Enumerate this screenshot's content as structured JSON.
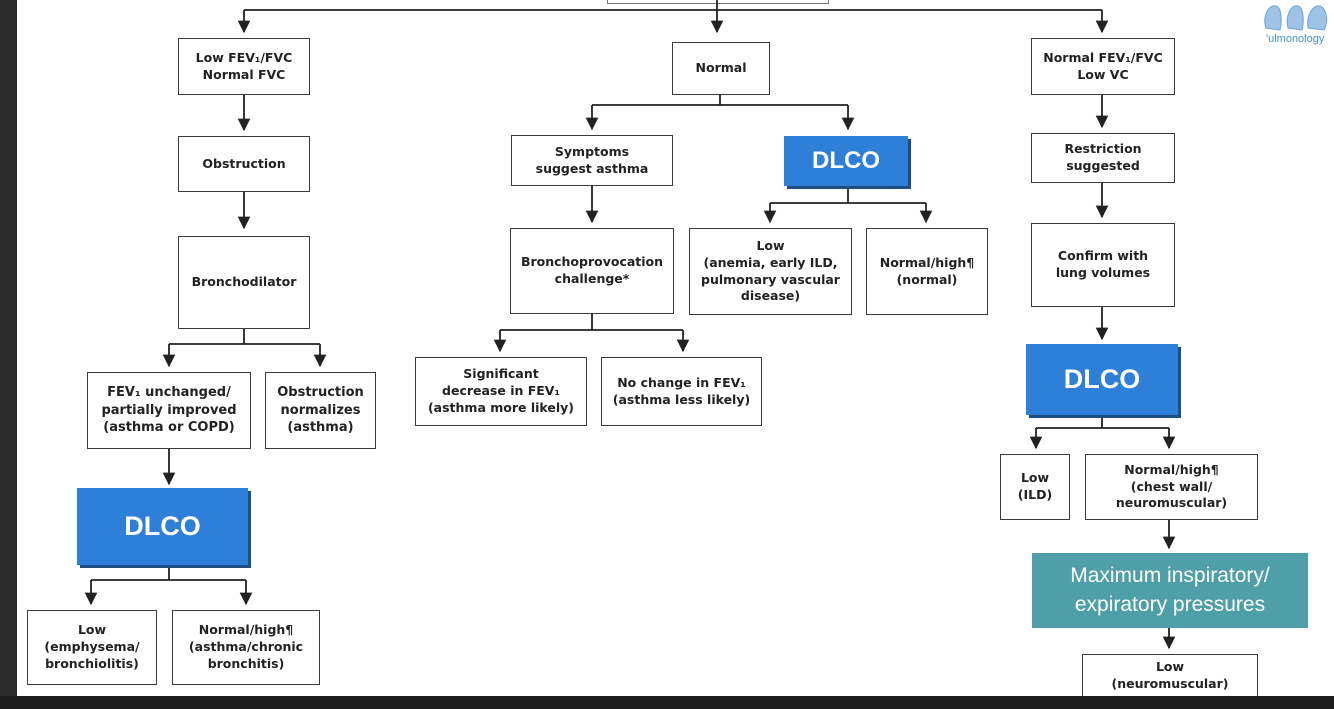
{
  "nodes": {
    "low_ratio": "Low FEV₁/FVC\nNormal FVC",
    "normal": "Normal",
    "normal_ratio": "Normal FEV₁/FVC\nLow VC",
    "obstruction": "Obstruction",
    "bronchodilator": "Bronchodilator",
    "fev_unchanged": "FEV₁ unchanged/\npartially improved\n(asthma or COPD)",
    "obstruction_normalizes": "Obstruction\nnormalizes\n(asthma)",
    "dlco_left": "DLCO",
    "low_emphysema": "Low\n(emphysema/\nbronchiolitis)",
    "normal_high_asthma": "Normal/high¶\n(asthma/chronic\nbronchitis)",
    "symptoms_asthma": "Symptoms\nsuggest asthma",
    "dlco_middle": "DLCO",
    "bronchoprovocation": "Bronchoprovocation\nchallenge*",
    "low_anemia": "Low\n(anemia, early ILD,\npulmonary vascular\ndisease)",
    "normal_high_normal": "Normal/high¶\n(normal)",
    "significant_decrease": "Significant\ndecrease in FEV₁\n(asthma more likely)",
    "no_change": "No change in FEV₁\n(asthma less likely)",
    "restriction": "Restriction\nsuggested",
    "confirm_volumes": "Confirm with\nlung volumes",
    "dlco_right": "DLCO",
    "low_ild": "Low\n(ILD)",
    "normal_high_chest": "Normal/high¶\n(chest wall/\nneuromuscular)",
    "max_pressures": "Maximum inspiratory/\nexpiratory pressures",
    "low_neuromuscular": "Low\n(neuromuscular)"
  },
  "logo": {
    "text": "'ulmonology"
  },
  "colors": {
    "dlco_blue": "#2d7fd8",
    "teal": "#4f9fa8",
    "line": "#222222"
  }
}
